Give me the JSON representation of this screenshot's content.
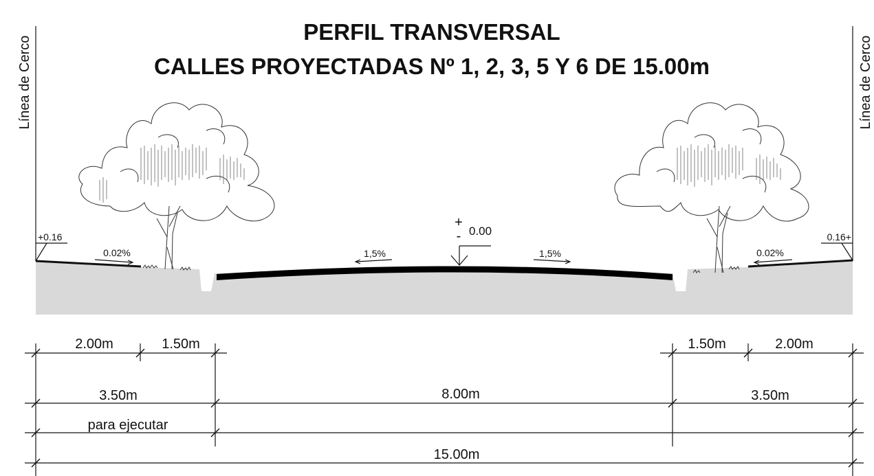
{
  "title": {
    "line1": "PERFIL TRANSVERSAL",
    "line2": "CALLES PROYECTADAS Nº 1, 2, 3, 5 Y 6  DE 15.00m"
  },
  "boundary": {
    "left": "Línea de Cerco",
    "right": "Línea de Cerco"
  },
  "levels": {
    "left_sidewalk": "+0.16",
    "right_sidewalk": "0.16+",
    "center_sign": "+\n-",
    "center_plus": "+",
    "center_minus": "-",
    "center_value": "0.00"
  },
  "slopes": {
    "left_sidewalk": "0.02%",
    "left_road": "1,5%",
    "right_road": "1,5%",
    "right_sidewalk": "0.02%"
  },
  "dimensions": {
    "left_sidewalk": "2.00m",
    "left_planting": "1.50m",
    "right_planting": "1.50m",
    "right_sidewalk": "2.00m",
    "left_total": "3.50m",
    "carriageway": "8.00m",
    "right_total": "3.50m",
    "left_note": "para ejecutar",
    "total": "15.00m"
  }
}
